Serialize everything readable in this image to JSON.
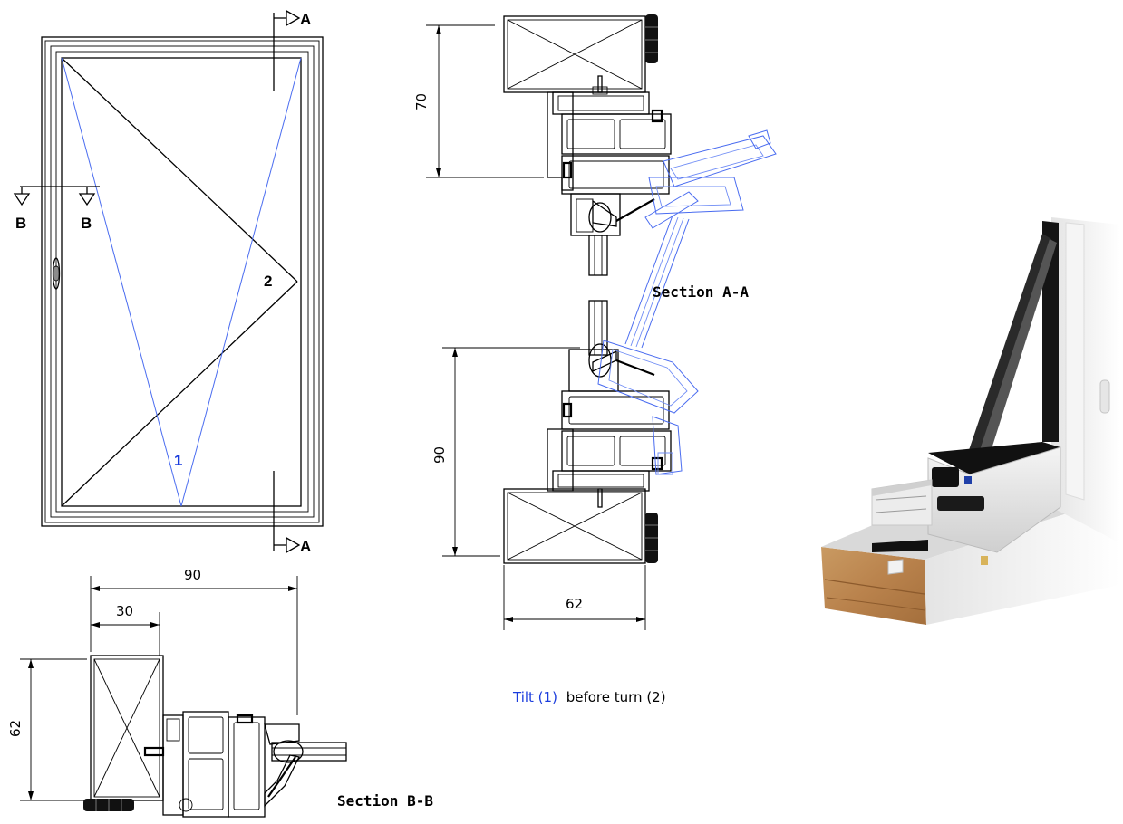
{
  "elevation": {
    "section_a_top": "A",
    "section_a_bottom": "A",
    "section_b_left": "B",
    "section_b_right": "B",
    "tilt_number": "1",
    "turn_number": "2"
  },
  "section_a": {
    "title": "Section A-A",
    "dim_top": "70",
    "dim_bottom": "90",
    "dim_width": "62"
  },
  "section_b": {
    "title": "Section B-B",
    "dim_overall": "90",
    "dim_frame": "30",
    "dim_height": "62"
  },
  "caption": {
    "tilt_text": "Tilt (1)",
    "turn_text": "before turn (2)"
  },
  "colors": {
    "line": "#000000",
    "tilt_blue": "#1a3cdd",
    "ghost_blue": "#4a6cf0",
    "wood": "#c58a55",
    "profile_white": "#f2f2f2",
    "gasket": "#151515"
  }
}
